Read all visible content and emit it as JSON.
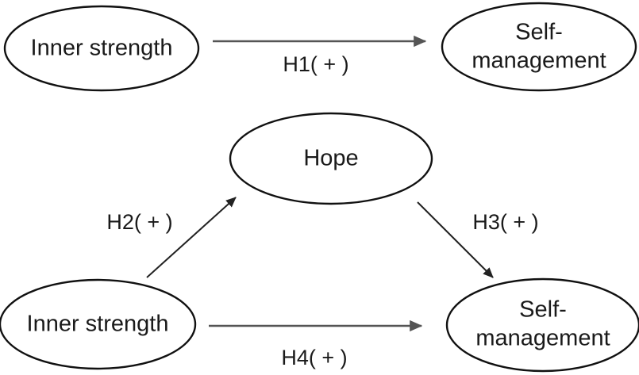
{
  "diagram": {
    "type": "conceptual-research-model",
    "background_color": "#ffffff",
    "node_fill": "#ffffff",
    "node_stroke": "#111111",
    "edge_color_horizontal": "#555555",
    "edge_color_diagonal": "#222222",
    "text_color": "#1a1a1a",
    "models": [
      {
        "id": "direct-effect-model",
        "nodes": [
          {
            "id": "top-inner-strength",
            "label": "Inner strength"
          },
          {
            "id": "top-self-management",
            "label_line1": "Self-",
            "label_line2": "management"
          }
        ],
        "edges": [
          {
            "id": "h1",
            "label": "H1( + )",
            "from": "top-inner-strength",
            "to": "top-self-management"
          }
        ]
      },
      {
        "id": "mediation-model",
        "nodes": [
          {
            "id": "hope",
            "label": "Hope"
          },
          {
            "id": "bottom-inner-strength",
            "label": "Inner strength"
          },
          {
            "id": "bottom-self-management",
            "label_line1": "Self-",
            "label_line2": "management"
          }
        ],
        "edges": [
          {
            "id": "h2",
            "label": "H2( + )",
            "from": "bottom-inner-strength",
            "to": "hope"
          },
          {
            "id": "h3",
            "label": "H3( + )",
            "from": "hope",
            "to": "bottom-self-management"
          },
          {
            "id": "h4",
            "label": "H4( + )",
            "from": "bottom-inner-strength",
            "to": "bottom-self-management"
          }
        ]
      }
    ]
  }
}
